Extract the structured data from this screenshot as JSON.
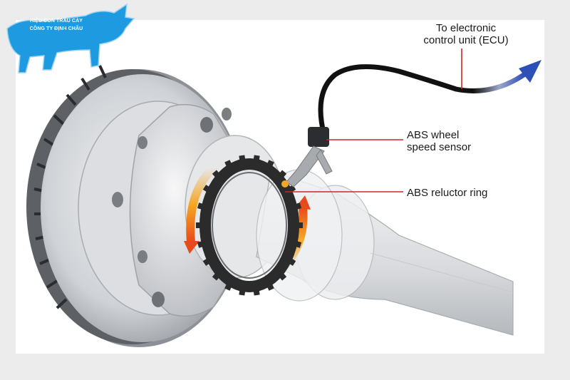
{
  "logo": {
    "line1": "HIỆU CON TRÂU CÀY",
    "line2": "CÔNG TY ĐỊNH CHÂU",
    "color": "#1e9be0"
  },
  "labels": {
    "ecu_line1": "To electronic",
    "ecu_line2": "control unit (ECU)",
    "sensor_line1": "ABS wheel",
    "sensor_line2": "speed sensor",
    "ring": "ABS reluctor ring"
  },
  "colors": {
    "leader": "#d2232a",
    "signal_arrow": "#2f4fb8",
    "rotation_arrow": "#e84a1c",
    "rotation_glow": "#f5a623",
    "reluctor_ring": "#2b2b2b",
    "metal": "#c9ccd1",
    "background": "#ececec"
  }
}
